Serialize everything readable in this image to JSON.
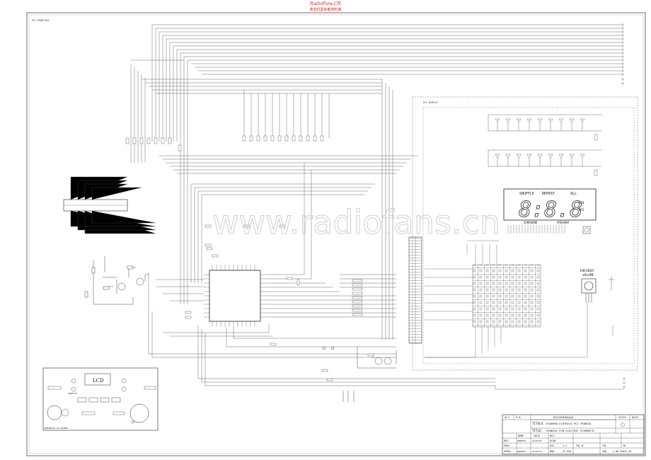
{
  "header": {
    "site": "RadioFans.CN",
    "subtitle": "收音机爱好者资料库"
  },
  "watermark": "www.radiofans.cn",
  "board_labels": {
    "main": "PCI PRINCIPAL",
    "display": "PCI DISPLAY"
  },
  "display": {
    "digits": "8:8.8",
    "shuffle": "SHUFFLE",
    "repeat": "REPEAT",
    "all": "ALL",
    "ab": "A/B",
    "mp3": "MP3",
    "surround": "SURROUND",
    "program": "PROGRAM"
  },
  "encoder": {
    "label1": "ENCODER",
    "label2": "VOLUME"
  },
  "front_panel": {
    "lcd": "LCD",
    "caption": "SEQUÊNCIA DO PAINEL",
    "shuffle": "SHUFFLE"
  },
  "title_block": {
    "alt": "ALT.",
    "pa": "P.A.",
    "discriminacao": "DISCRIMINAÇÃO",
    "visto": "VISTO",
    "data": "DATA",
    "titulo_label": "TÍTULO:",
    "titulo": "ESQUEMA ELÉTRICO PCI FRONTAL",
    "title_label": "TITLE:",
    "title": "FRONTAL PCB ELECTRIC SCHEMATIC",
    "nome": "NOME",
    "data2": "DATA",
    "mat": "MAT.",
    "des": "DES.",
    "escala_label": "ESC.",
    "escala": "1:1",
    "proj": "PROJ.",
    "tol1": "TOL.Ø",
    "tol2": "TOL.",
    "aprov": "APROV.",
    "mod_label": "MOD.",
    "mod": "CS-935",
    "cod_label": "COD.",
    "cod": "1.00.32057.01",
    "acab": "ACAB.",
    "num": "Nº",
    "date1": "22/05/03",
    "date2": "22/05/03",
    "name1": "ROBERTO",
    "name2": "ROGERIO"
  }
}
